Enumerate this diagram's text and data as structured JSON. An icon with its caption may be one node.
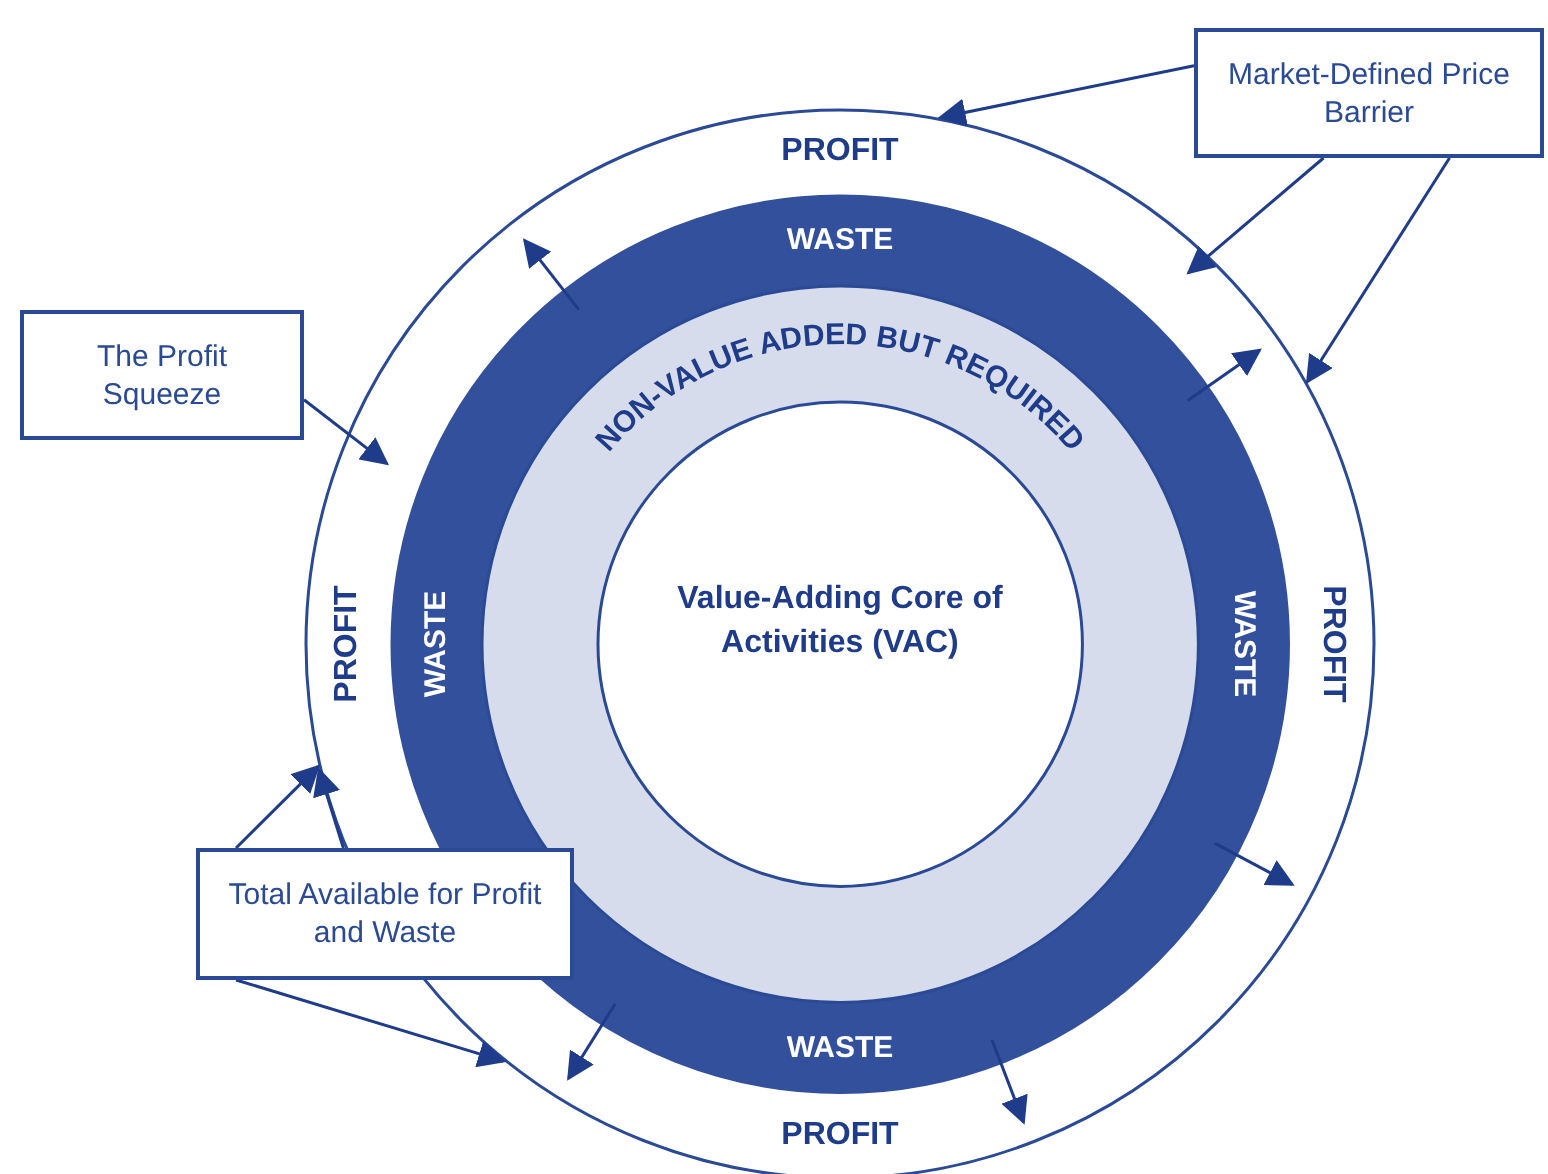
{
  "diagram": {
    "nodes": [
      {
        "text": [
          "PROFIT",
          "PROFIT",
          "PROFIT",
          "PROFIT"
        ]
      },
      {
        "text": [
          "WASTE",
          "WASTE",
          "WASTE",
          "WASTE"
        ],
        "in": 0
      },
      {
        "text": [
          "NON-VALUE ADDED BUT REQUIRED"
        ],
        "in": 1
      },
      {
        "text": [
          "Value-Adding Core of Activities (VAC)"
        ],
        "in": 2
      },
      {
        "text": [
          "Market-Defined Price Barrier"
        ]
      },
      {
        "text": [
          "The Profit Squeeze"
        ]
      },
      {
        "text": [
          "Total Available for Profit and Waste"
        ]
      }
    ],
    "edges": [
      {
        "from": 4,
        "to": 0,
        "arrow": "to"
      },
      {
        "from": 4,
        "to": 0,
        "arrow": "to"
      },
      {
        "from": 4,
        "to": 0,
        "arrow": "to"
      },
      {
        "from": 5,
        "to": 0,
        "arrow": "to"
      },
      {
        "from": 6,
        "to": 0,
        "arrow": "to"
      },
      {
        "from": 6,
        "to": 0,
        "arrow": "to"
      },
      {
        "from": 6,
        "to": 0,
        "arrow": "to"
      }
    ]
  }
}
